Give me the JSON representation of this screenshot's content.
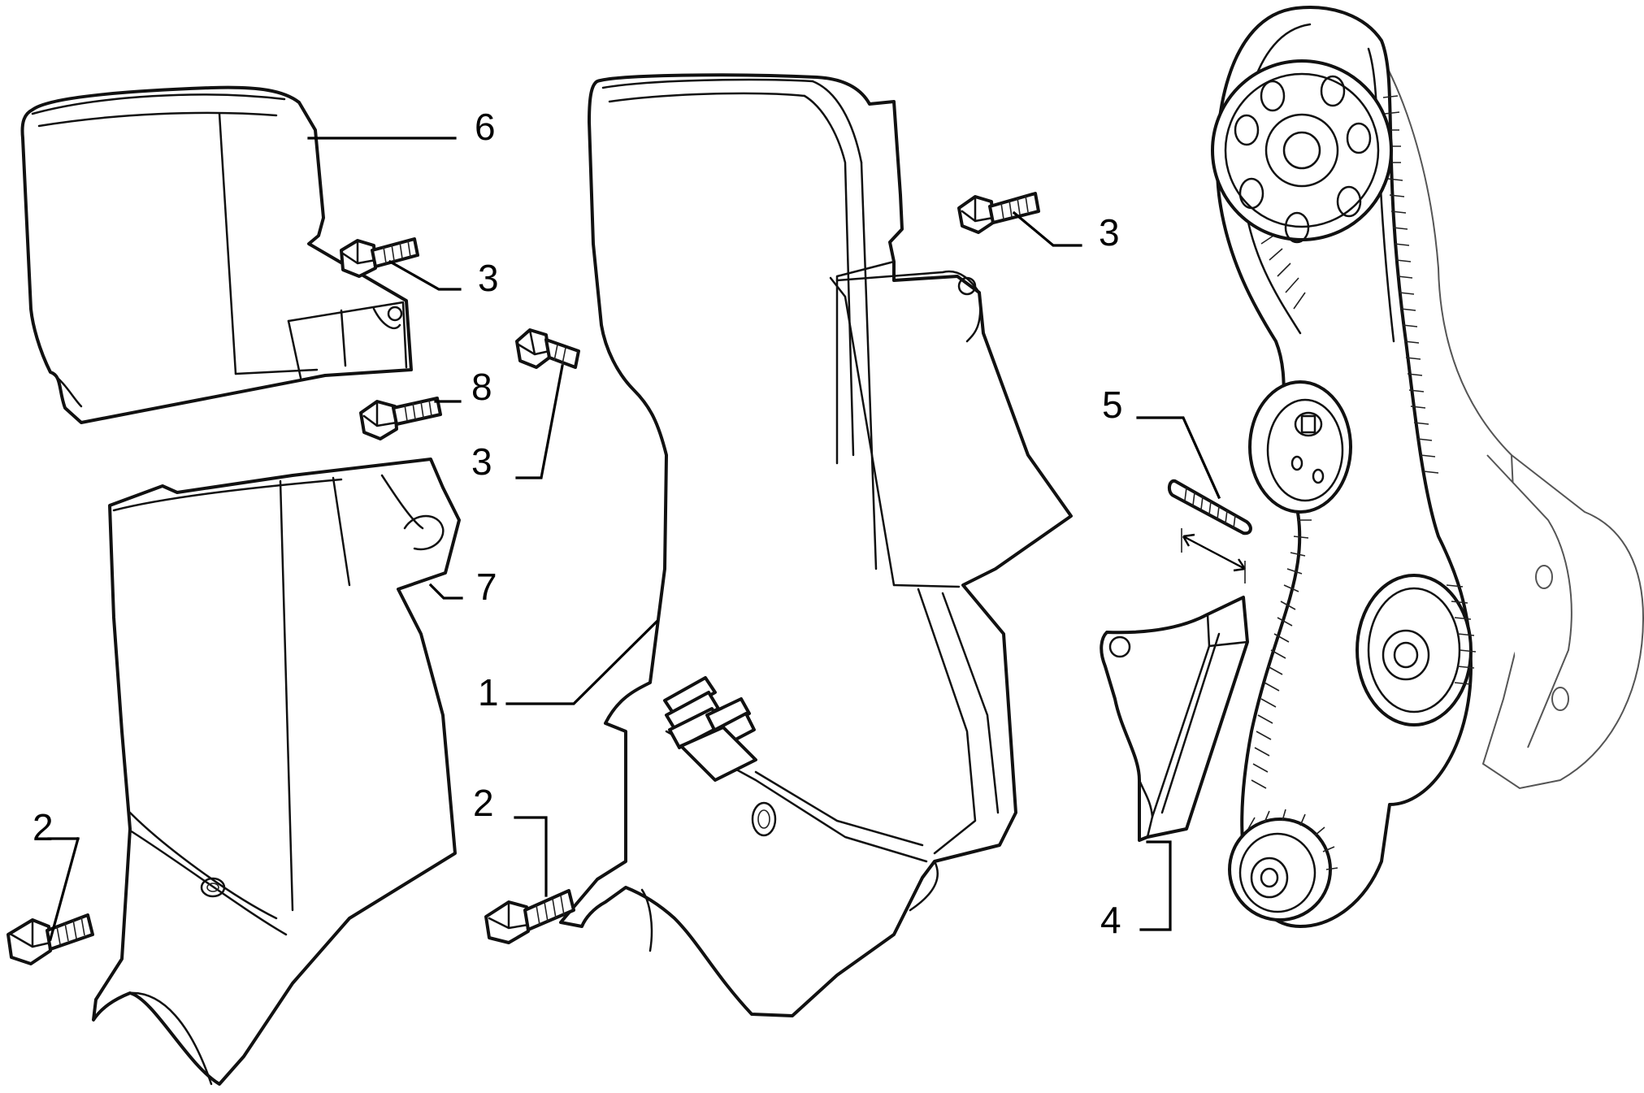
{
  "callouts": {
    "c1": "1",
    "c2a": "2",
    "c2b": "2",
    "c3a": "3",
    "c3b": "3",
    "c3c": "3",
    "c4": "4",
    "c5": "5",
    "c6": "6",
    "c7": "7",
    "c8": "8"
  },
  "colors": {
    "line": "#111111",
    "background": "#ffffff"
  }
}
